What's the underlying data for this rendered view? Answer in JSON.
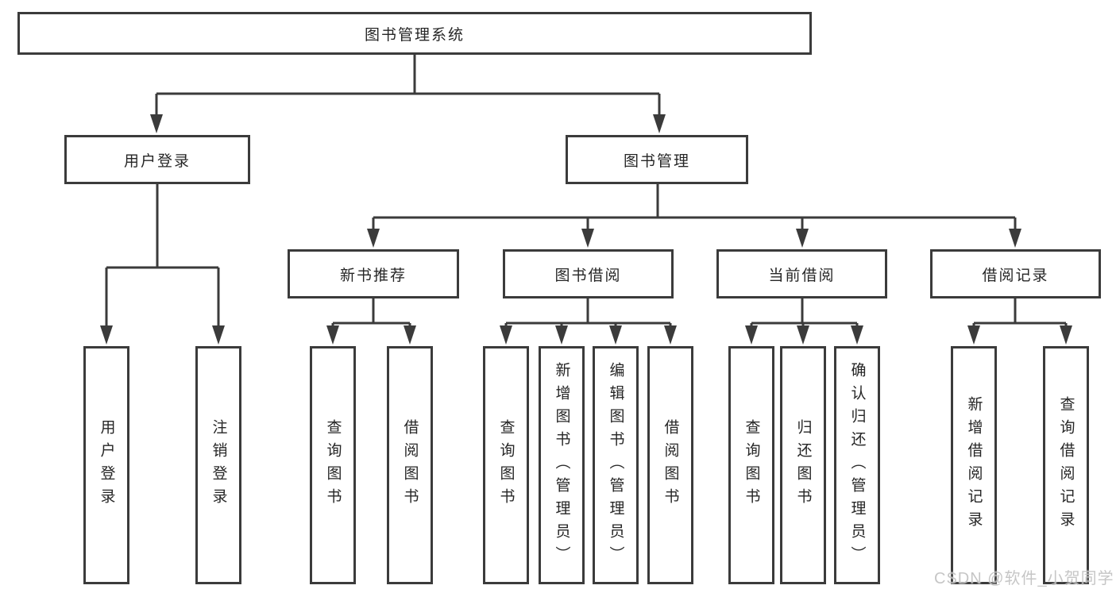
{
  "tree": {
    "root": {
      "label": "图书管理系统"
    },
    "branches": [
      {
        "label": "用户登录",
        "children": [
          {
            "label": "用户登录"
          },
          {
            "label": "注销登录"
          }
        ]
      },
      {
        "label": "图书管理",
        "children": [
          {
            "label": "新书推荐",
            "children": [
              {
                "label": "查询图书"
              },
              {
                "label": "借阅图书"
              }
            ]
          },
          {
            "label": "图书借阅",
            "children": [
              {
                "label": "查询图书"
              },
              {
                "label": "新增图书（管理员）"
              },
              {
                "label": "编辑图书（管理员）"
              },
              {
                "label": "借阅图书"
              }
            ]
          },
          {
            "label": "当前借阅",
            "children": [
              {
                "label": "查询图书"
              },
              {
                "label": "归还图书"
              },
              {
                "label": "确认归还（管理员）"
              }
            ]
          },
          {
            "label": "借阅记录",
            "children": [
              {
                "label": "新增借阅记录"
              },
              {
                "label": "查询借阅记录"
              }
            ]
          }
        ]
      }
    ]
  },
  "watermark": "CSDN @软件_小贺同学",
  "colors": {
    "line": "#3b3b3b",
    "box_border": "#3b3b3b",
    "text": "#262626",
    "watermark": "#c2c2c2",
    "background": "#ffffff"
  }
}
